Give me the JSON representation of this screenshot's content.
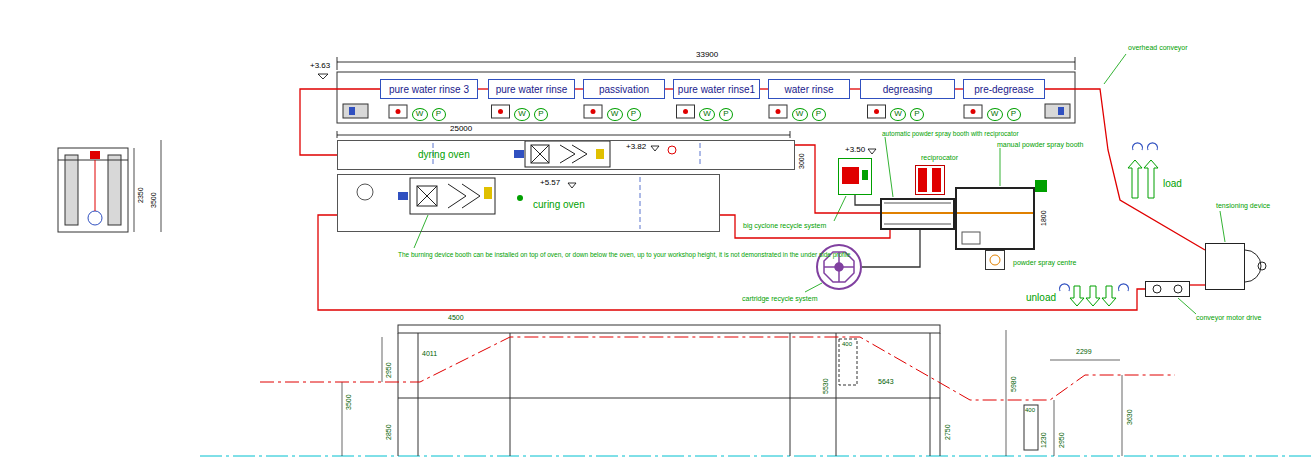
{
  "diagram": {
    "nodes": [
      {
        "text": [
          "pure water rinse 3"
        ]
      },
      {
        "text": [
          "pure water rinse"
        ]
      },
      {
        "text": [
          "passivation"
        ]
      },
      {
        "text": [
          "pure water rinse1"
        ]
      },
      {
        "text": [
          "water rinse"
        ]
      },
      {
        "text": [
          "degreasing"
        ]
      },
      {
        "text": [
          "pre-degrease"
        ]
      },
      {
        "text": [
          "W"
        ]
      },
      {
        "text": [
          "P"
        ]
      },
      {
        "text": [
          "W"
        ]
      },
      {
        "text": [
          "P"
        ]
      },
      {
        "text": [
          "W"
        ]
      },
      {
        "text": [
          "P"
        ]
      },
      {
        "text": [
          "W"
        ]
      },
      {
        "text": [
          "P"
        ]
      },
      {
        "text": [
          "W"
        ]
      },
      {
        "text": [
          "P"
        ]
      },
      {
        "text": [
          "W"
        ]
      },
      {
        "text": [
          "P"
        ]
      },
      {
        "text": [
          "W"
        ]
      },
      {
        "text": [
          "P"
        ]
      },
      {
        "text": [
          "dyring oven"
        ]
      },
      {
        "text": [
          "curing oven"
        ]
      },
      {
        "text": [
          "big cyclone recycle system"
        ]
      },
      {
        "text": [
          "automatic powder spray booth with reciprocator"
        ]
      },
      {
        "text": [
          "reciprocator"
        ]
      },
      {
        "text": [
          "manual powder spray booth"
        ]
      },
      {
        "text": [
          "cartridge recycle system"
        ]
      },
      {
        "text": [
          "powder spray centre"
        ]
      },
      {
        "text": [
          "tensioning device"
        ]
      },
      {
        "text": [
          "conveyor motor drive"
        ]
      }
    ],
    "edges": [
      {
        "from": 29,
        "to": 6,
        "arrow": "none"
      },
      {
        "from": 0,
        "to": 21,
        "arrow": "none"
      },
      {
        "from": 21,
        "to": 24,
        "arrow": "none"
      },
      {
        "from": 24,
        "to": 22,
        "arrow": "none"
      },
      {
        "from": 22,
        "to": 30,
        "arrow": "none"
      },
      {
        "from": 30,
        "to": 29,
        "arrow": "none"
      },
      {
        "from": 23,
        "to": 24,
        "arrow": "none"
      },
      {
        "from": 27,
        "to": 24,
        "arrow": "none"
      }
    ],
    "labels": [
      "33900",
      "+3.63",
      "25000",
      "+3.82",
      "3000",
      "+5.57",
      "+3.50",
      "1800",
      "overhead conveyor",
      "load",
      "unload",
      "The burning device booth can be installed on top of oven, or down below the oven, up to your workshop height, it is not demonstrated in the under side profile",
      "2350",
      "3500",
      "4500",
      "4011",
      "2950",
      "3500",
      "2850",
      "400",
      "5643",
      "5530",
      "2750",
      "5980",
      "2299",
      "400",
      "1230",
      "2950",
      "3630"
    ]
  }
}
